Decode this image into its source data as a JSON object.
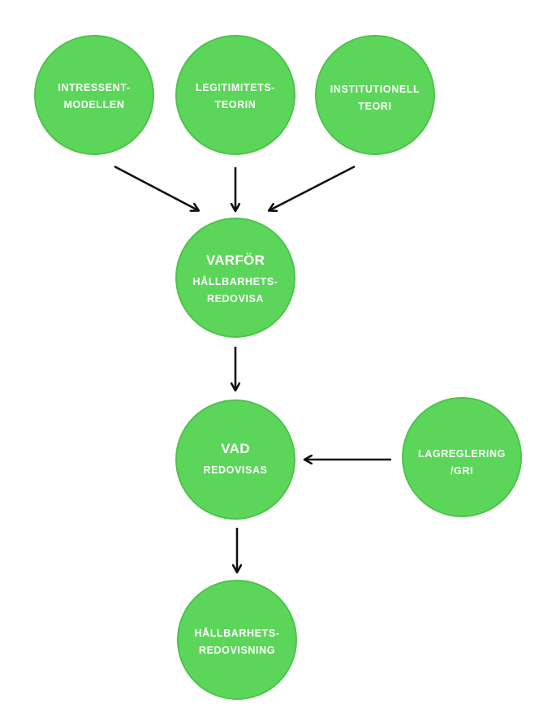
{
  "colors": {
    "node_fill": "#5cd65a",
    "node_stroke": "#4ec24c",
    "text": "#ffffff",
    "arrow": "#111111"
  },
  "nodes": {
    "intressent": {
      "lines": [
        "INTRESSENT-",
        "MODELLEN"
      ]
    },
    "legitimitet": {
      "lines": [
        "LEGITIMITETS-",
        "TEORIN"
      ]
    },
    "institutionell": {
      "lines": [
        "INSTITUTIONELL",
        "TEORI"
      ]
    },
    "varfor": {
      "heading": "VARFÖR",
      "lines": [
        "HÅLLBARHETS-",
        "REDOVISA"
      ]
    },
    "vad": {
      "heading": "VAD",
      "lines": [
        "REDOVISAS"
      ]
    },
    "lagreglering": {
      "lines": [
        "LAGREGLERING",
        "/GRI"
      ]
    },
    "hallbarhet": {
      "lines": [
        "HÅLLBARHETS-",
        "REDOVISNING"
      ]
    }
  },
  "edges": [
    {
      "from": "intressent",
      "to": "varfor"
    },
    {
      "from": "legitimitet",
      "to": "varfor"
    },
    {
      "from": "institutionell",
      "to": "varfor"
    },
    {
      "from": "varfor",
      "to": "vad"
    },
    {
      "from": "lagreglering",
      "to": "vad"
    },
    {
      "from": "vad",
      "to": "hallbarhet"
    }
  ]
}
